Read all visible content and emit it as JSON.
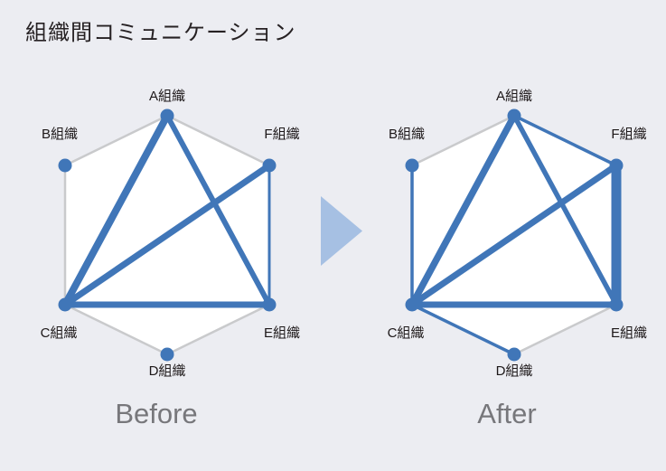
{
  "title": "組織間コミュニケーション",
  "colors": {
    "background": "#ECEDF2",
    "hexagon_fill": "#FFFFFF",
    "hexagon_stroke": "#C9CACC",
    "edge": "#4076B8",
    "node": "#4076B8",
    "node_label": "#1D1819",
    "caption": "#77777B",
    "arrow": "#A6C0E3"
  },
  "nodes": [
    {
      "id": "A",
      "label": "A組織"
    },
    {
      "id": "B",
      "label": "B組織"
    },
    {
      "id": "C",
      "label": "C組織"
    },
    {
      "id": "D",
      "label": "D組織"
    },
    {
      "id": "E",
      "label": "E組織"
    },
    {
      "id": "F",
      "label": "F組織"
    }
  ],
  "arrow": {
    "direction": "right"
  },
  "diagrams": [
    {
      "id": "before",
      "caption": "Before",
      "edges": [
        {
          "from": "C",
          "to": "A",
          "weight": 8
        },
        {
          "from": "C",
          "to": "F",
          "weight": 7
        },
        {
          "from": "C",
          "to": "E",
          "weight": 7
        },
        {
          "from": "A",
          "to": "E",
          "weight": 6
        },
        {
          "from": "F",
          "to": "E",
          "weight": 3
        }
      ]
    },
    {
      "id": "after",
      "caption": "After",
      "edges": [
        {
          "from": "F",
          "to": "E",
          "weight": 11
        },
        {
          "from": "C",
          "to": "A",
          "weight": 7.5
        },
        {
          "from": "C",
          "to": "F",
          "weight": 7
        },
        {
          "from": "C",
          "to": "E",
          "weight": 7
        },
        {
          "from": "A",
          "to": "E",
          "weight": 5.5
        },
        {
          "from": "A",
          "to": "F",
          "weight": 3.5
        },
        {
          "from": "B",
          "to": "C",
          "weight": 3.5
        },
        {
          "from": "C",
          "to": "D",
          "weight": 3.5
        }
      ]
    }
  ]
}
